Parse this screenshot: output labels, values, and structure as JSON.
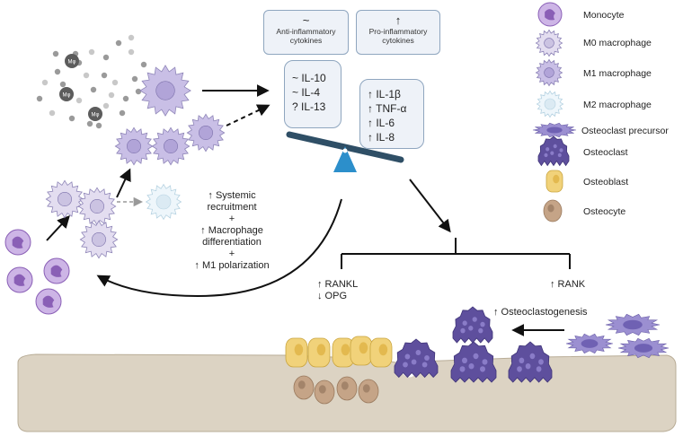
{
  "colors": {
    "monocyte": "#8a5fb6",
    "m0": "#d9d1ec",
    "m1": "#b8aade",
    "m2": "#e4f1f8",
    "precursor": "#9b8fd1",
    "osteoclast": "#5e4f9d",
    "osteoblast": "#f1d27a",
    "osteocyte": "#c5a487",
    "bone": "#dcd3c3",
    "box_bg": "#eef2f8",
    "box_border": "#8fa6bf",
    "seesaw": "#2f4f66",
    "fulcrum": "#2c8fcb"
  },
  "header": {
    "anti": {
      "symbol": "~",
      "label": "Anti-inflammatory cytokines"
    },
    "pro": {
      "symbol": "↑",
      "label": "Pro-inflammatory cytokines"
    }
  },
  "anti_cytokines": [
    "~ IL-10",
    "~ IL-4",
    "? IL-13"
  ],
  "pro_cytokines": [
    "↑ IL-1β",
    "↑ TNF-α",
    "↑ IL-6",
    "↑ IL-8"
  ],
  "monocyte_label": "Mφ",
  "effects": {
    "line1": "↑ Systemic",
    "line2": "recruitment",
    "plus1": "+",
    "line3": "↑ Macrophage",
    "line4": "differentiation",
    "plus2": "+",
    "line5": "↑ M1 polarization"
  },
  "rankl": {
    "line1": "↑ RANKL",
    "line2": "↓ OPG"
  },
  "rank": "↑ RANK",
  "osteoclastogenesis": "↑ Osteoclastogenesis",
  "legend": [
    {
      "label": "Monocyte",
      "icon": "monocyte-icon"
    },
    {
      "label": "M0 macrophage",
      "icon": "m0-macrophage-icon"
    },
    {
      "label": "M1 macrophage",
      "icon": "m1-macrophage-icon"
    },
    {
      "label": "M2 macrophage",
      "icon": "m2-macrophage-icon"
    },
    {
      "label": "Osteoclast precursor",
      "icon": "osteoclast-precursor-icon"
    },
    {
      "label": "Osteoclast",
      "icon": "osteoclast-icon"
    },
    {
      "label": "Osteoblast",
      "icon": "osteoblast-icon"
    },
    {
      "label": "Osteocyte",
      "icon": "osteocyte-icon"
    }
  ]
}
